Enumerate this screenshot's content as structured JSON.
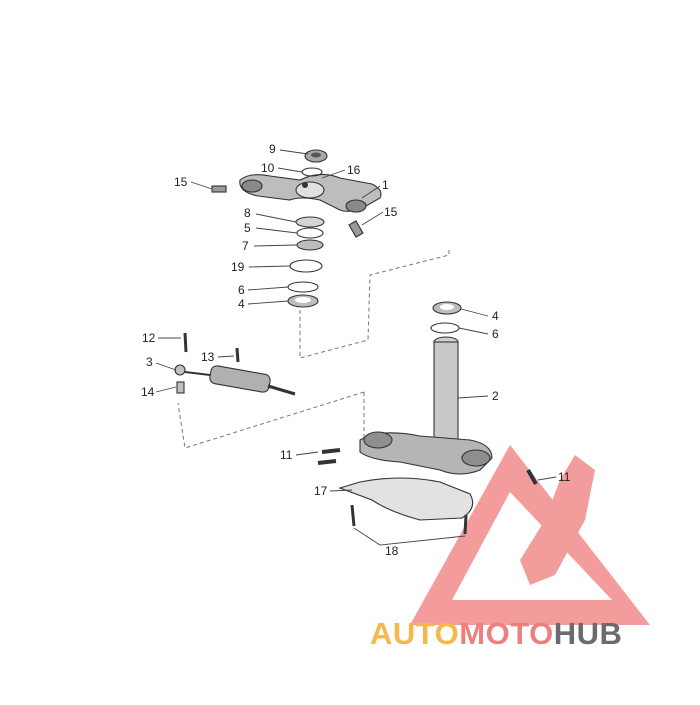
{
  "diagram": {
    "callouts": {
      "c9": "9",
      "c10": "10",
      "c16": "16",
      "c15a": "15",
      "c1": "1",
      "c15b": "15",
      "c8": "8",
      "c5": "5",
      "c7": "7",
      "c19": "19",
      "c6a": "6",
      "c4a": "4",
      "c4b": "4",
      "c6b": "6",
      "c12": "12",
      "c13": "13",
      "c3": "3",
      "c14": "14",
      "c2": "2",
      "c11a": "11",
      "c11b": "11",
      "c17": "17",
      "c18": "18"
    }
  },
  "watermark": {
    "part1": "AUTO",
    "part2": "MOTO",
    "part3": "HUB",
    "colors": {
      "auto": "#f5b84a",
      "moto": "#ef7e7e",
      "hub": "#6b6b6b",
      "triangle": "#f07b7b"
    }
  }
}
